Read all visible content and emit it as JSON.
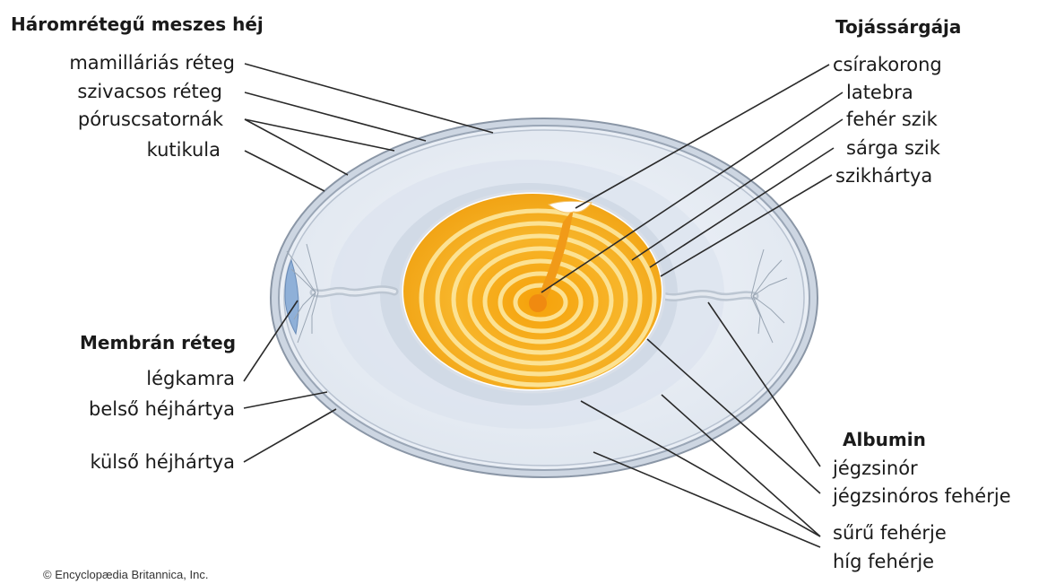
{
  "headings": {
    "shell": "Háromrétegű meszes héj",
    "yolk": "Tojássárgája",
    "membrane": "Membrán réteg",
    "albumin": "Albumin"
  },
  "shell_labels": [
    "mamilláriás réteg",
    "szivacsos réteg",
    "póruscsatornák",
    "kutikula"
  ],
  "yolk_labels": [
    "csírakorong",
    "latebra",
    "fehér szik",
    "sárga szik",
    "szikhártya"
  ],
  "membrane_labels": [
    "légkamra",
    "belső héjhártya",
    "külső héjhártya"
  ],
  "albumin_labels": [
    "jégzsinór",
    "jégzsinóros fehérje",
    "sűrű fehérje",
    "híg fehérje"
  ],
  "copyright": "© Encyclopædia Britannica, Inc.",
  "colors": {
    "shell": "#c9d3df",
    "thin_albumen": "#f4f7fb",
    "thick_albumen": "#e6ecf4",
    "yolk_light": "#fbd45a",
    "yolk_dark": "#f4a300",
    "leader_line": "#2a2a2a"
  }
}
